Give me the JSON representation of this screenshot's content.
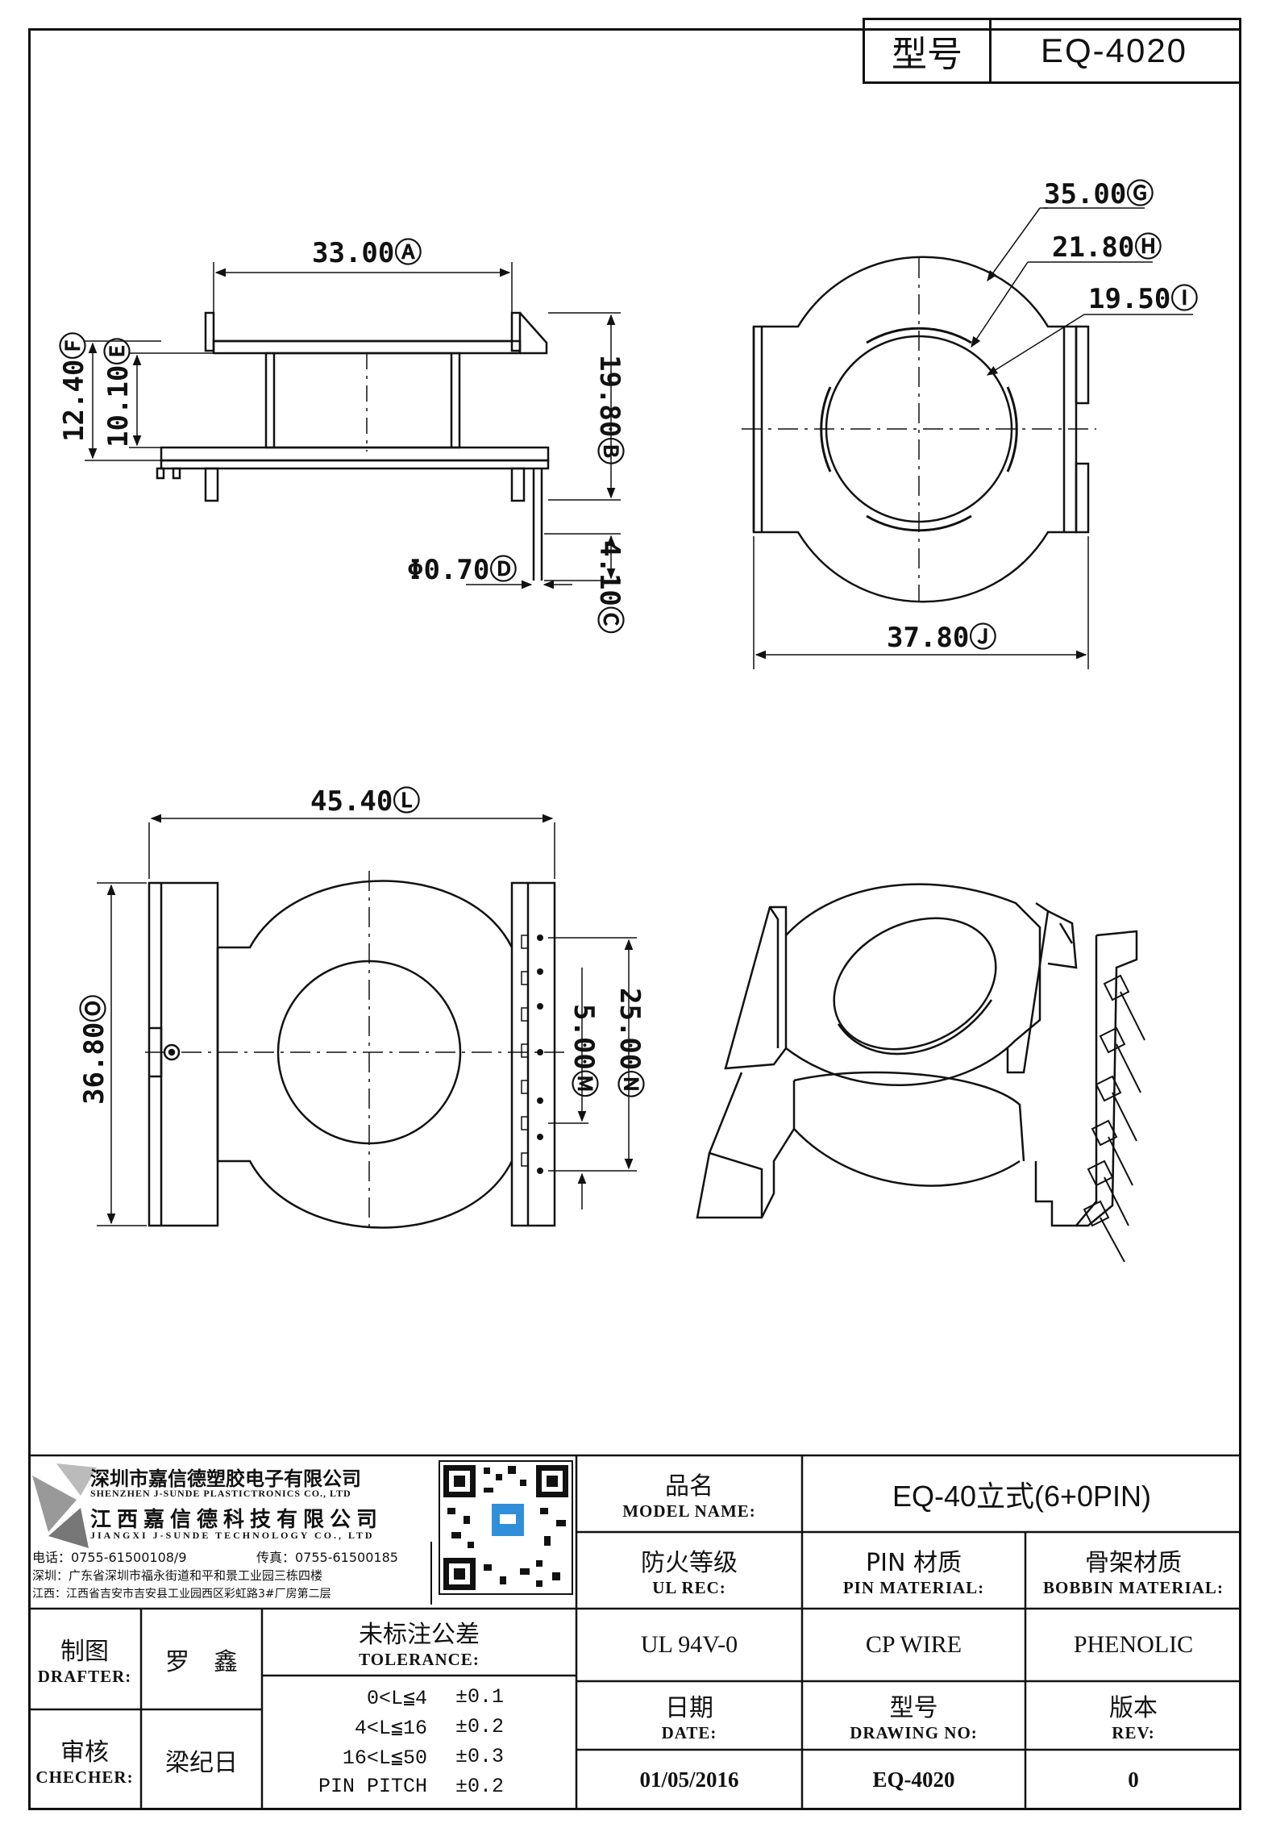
{
  "header": {
    "model_label": "型号",
    "model_value": "EQ-4020"
  },
  "dimensions": {
    "a": "33.00Ⓐ",
    "b": "19.80Ⓑ",
    "c": "4.10Ⓒ",
    "d": "Φ0.70Ⓓ",
    "e": "10.10Ⓔ",
    "f": "12.40Ⓕ",
    "g": "35.00Ⓖ",
    "h": "21.80Ⓗ",
    "i": "19.50Ⓘ",
    "j": "37.80Ⓙ",
    "l": "45.40Ⓛ",
    "m": "5.00Ⓜ",
    "n": "25.00Ⓝ",
    "o": "36.80Ⓞ"
  },
  "company": {
    "name_cn_1": "深圳市嘉信德塑胶电子有限公司",
    "name_en_1": "SHENZHEN J-SUNDE PLASTICTRONICS CO., LTD",
    "name_cn_2": "江西嘉信德科技有限公司",
    "name_en_2": "JIANGXI J-SUNDE TECHNOLOGY CO., LTD",
    "phone": "电话：0755-61500108/9",
    "fax": "传真：0755-61500185",
    "addr_sz": "深圳：广东省深圳市福永街道和平和景工业园三栋四楼",
    "addr_jx": "江西：江西省吉安市吉安县工业园西区彩虹路3#厂房第二层"
  },
  "title_block": {
    "model_name_cn": "品名",
    "model_name_en": "MODEL NAME:",
    "model_name_value": "EQ-40立式(6+0PIN)",
    "ul_cn": "防火等级",
    "ul_en": "UL REC:",
    "ul_value": "UL 94V-0",
    "pin_cn": "PIN 材质",
    "pin_en": "PIN MATERIAL:",
    "pin_value": "CP WIRE",
    "bobbin_cn": "骨架材质",
    "bobbin_en": "BOBBIN MATERIAL:",
    "bobbin_value": "PHENOLIC",
    "drafter_cn": "制图",
    "drafter_en": "DRAFTER:",
    "drafter_value": "罗　鑫",
    "checker_cn": "审核",
    "checker_en": "CHECHER:",
    "checker_value": "梁纪日",
    "tol_cn": "未标注公差",
    "tol_en": "TOLERANCE:",
    "tol_rows": [
      {
        "range": "0<L≦4",
        "value": "±0.1"
      },
      {
        "range": "4<L≦16",
        "value": "±0.2"
      },
      {
        "range": "16<L≦50",
        "value": "±0.3"
      },
      {
        "range": "PIN PITCH",
        "value": "±0.2"
      }
    ],
    "date_cn": "日期",
    "date_en": "DATE:",
    "date_value": "01/05/2016",
    "drawing_cn": "型号",
    "drawing_en": "DRAWING NO:",
    "drawing_value": "EQ-4020",
    "rev_cn": "版本",
    "rev_en": "REV:",
    "rev_value": "0"
  }
}
